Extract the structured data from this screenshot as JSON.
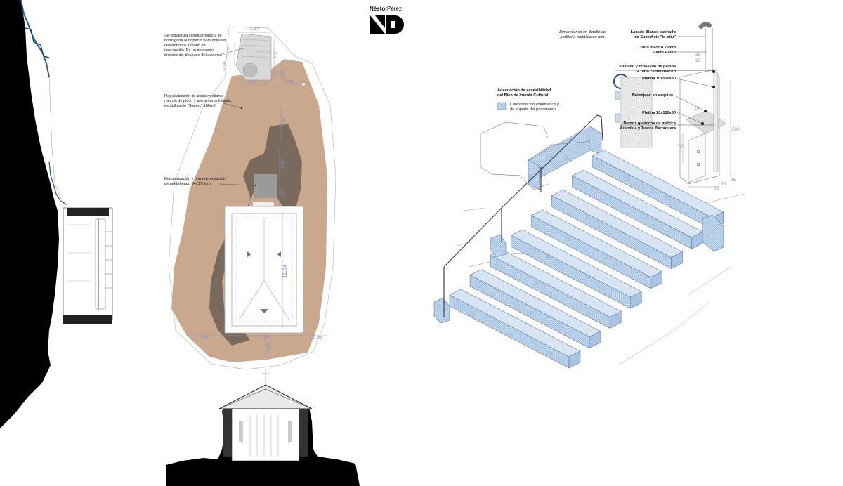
{
  "brand": {
    "name_first": "Néstor",
    "name_last": "Pérez"
  },
  "site_plan": {
    "notes": {
      "stairs": [
        "Se regulariza el peldañeado y se",
        "hormigona al trapecio horizontal en",
        "desembarco a modo de",
        "descansillo. Es un momento",
        "importante, después del ascenso"
      ],
      "plaza": [
        "Regularización de plaza mediante",
        "mezcla de picón y arena consolidante,",
        "estabilizante \"Stabex\" 180m2"
      ],
      "steps": [
        "Regularización y homogeneización",
        "de peldañeado 64x17.5cm"
      ]
    },
    "dimensions": {
      "top_width": "3.34",
      "left_small": "2.19",
      "right_small": "2.22",
      "left_1": "1.58",
      "right_2": "1.99",
      "plaza_left": "3.37",
      "plaza_right": "2.42",
      "mid_vertical": "1.69",
      "mid_vertical_2": "1.40",
      "near_building": "1.27",
      "building_length": "11.24",
      "bottom_left": "3.30",
      "bottom_mid": "7.18",
      "bottom_right": "3.86",
      "bottom_vertical": "1.56"
    }
  },
  "detail": {
    "title_lines": [
      "Dimensiones en detalle de",
      "perfilería metálica en mm."
    ],
    "labels": [
      [
        "Lacado Blanco satinado",
        "de Superficie \"in-situ\""
      ],
      [
        "Tubo macizo 25mm",
        "50mm Radio"
      ],
      [
        "Soldado y repasado de pletina",
        "a tubo 25mm macizo"
      ],
      [
        "Pletina 10x500x30"
      ],
      [
        "Berenjeno en esquina"
      ],
      [
        "Pletina 10x150x60"
      ],
      [
        "Pernos químicos de métrica",
        "Arandela y Tuerca Barraquera"
      ]
    ],
    "dims": {
      "d25a": "25",
      "d25b": "25",
      "d500": "500",
      "d150": "150",
      "d10": "10",
      "d30": "30",
      "d25c": "25",
      "d30b": "30"
    }
  },
  "legend": {
    "title": [
      "Adecuación de accesibilidad",
      "del Bien de Interés Cultural"
    ],
    "item": [
      "Consolidación volumétrica y",
      "de soporte del pasamanos"
    ],
    "swatch_color": "#b9d0ea"
  },
  "colors": {
    "terrain": "#c9a88d",
    "rock": "#7a6a5e",
    "blue": "#bcd3eb",
    "blue_stroke": "#5d7fa6"
  }
}
